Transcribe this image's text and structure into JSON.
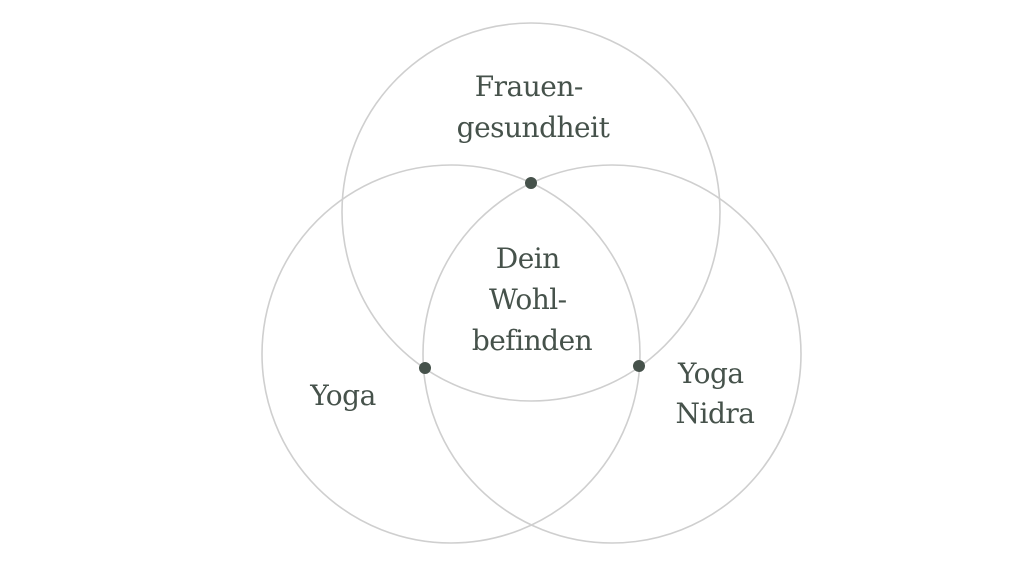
{
  "colors": {
    "circle_stroke": "#cfcfcf",
    "text": "#46524b",
    "dot": "#46524b",
    "background": "#ffffff"
  },
  "labels": {
    "top": [
      "Frauen-",
      "gesundheit"
    ],
    "left": [
      "Yoga"
    ],
    "right": [
      "Yoga",
      "Nidra"
    ],
    "center": [
      "Dein",
      "Wohl-",
      "befinden"
    ]
  }
}
